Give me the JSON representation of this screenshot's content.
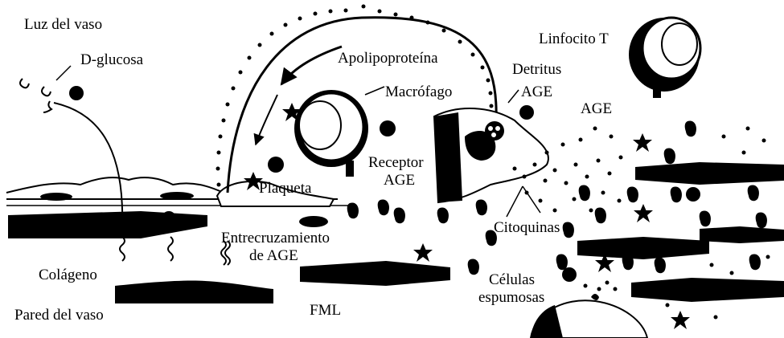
{
  "labels": {
    "luz_del_vaso": "Luz del vaso",
    "d_glucosa": "D-glucosa",
    "apolipoproteina": "Apolipoproteína",
    "linfocito_t": "Linfocito T",
    "detritus": "Detritus",
    "age_1": "AGE",
    "age_2": "AGE",
    "macrofago": "Macrófago",
    "receptor_age_line1": "Receptor",
    "receptor_age_line2": "AGE",
    "plaqueta": "Plaqueta",
    "citoquinas": "Citoquinas",
    "entrecruzamiento_line1": "Entrecruzamiento",
    "entrecruzamiento_line2": "de AGE",
    "colageno": "Colágeno",
    "celulas_line1": "Células",
    "celulas_line2": "espumosas",
    "pared_del_vaso": "Pared del vaso",
    "fml": "FML"
  },
  "colors": {
    "ink": "#000000",
    "background": "#ffffff"
  }
}
